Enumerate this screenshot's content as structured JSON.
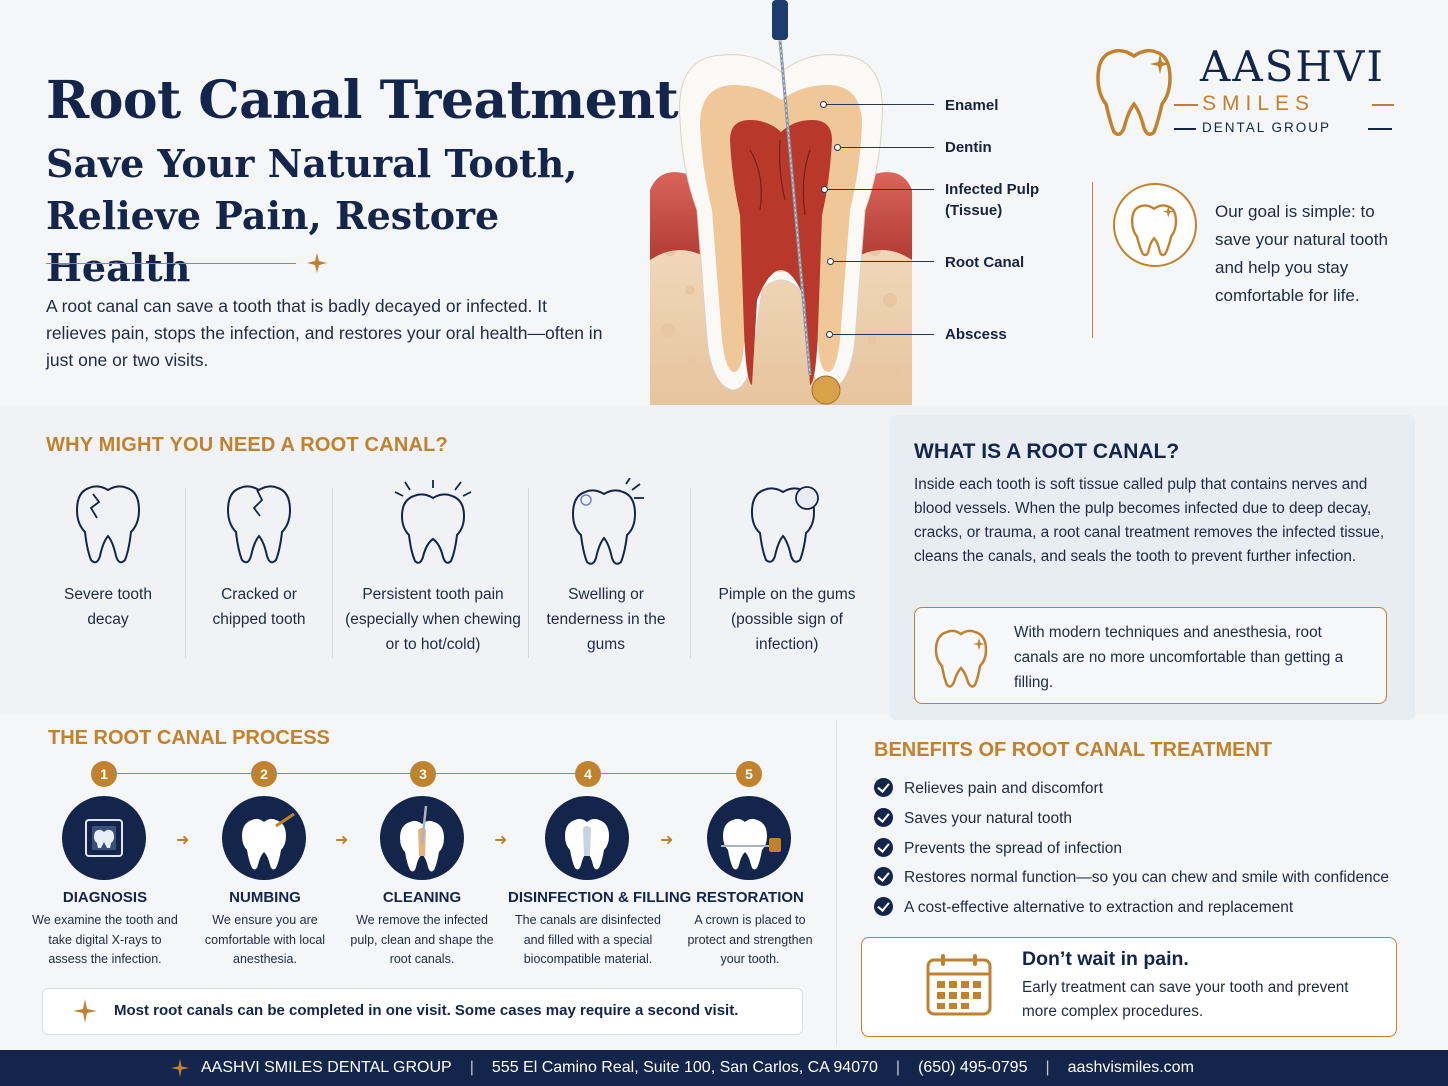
{
  "header": {
    "title": "Root Canal Treatment:",
    "subtitle": "Save Your Natural Tooth, Relieve Pain, Restore Health",
    "intro": "A root canal can save a tooth that is badly decayed or infected. It relieves pain, stops the infection, and restores your oral health—often in just one or two visits."
  },
  "diagram_labels": [
    "Enamel",
    "Dentin",
    "Infected Pulp (Tissue)",
    "Root Canal",
    "Abscess"
  ],
  "logo": {
    "name": "AASHVI",
    "smiles": "SMILES",
    "group": "DENTAL GROUP"
  },
  "goal": "Our goal is simple: to save your natural tooth and help you stay comfortable for life.",
  "why": {
    "title": "WHY MIGHT YOU NEED A ROOT CANAL?",
    "items": [
      {
        "label": "Severe tooth decay",
        "icon": "decayed-tooth-icon"
      },
      {
        "label": "Cracked or chipped tooth",
        "icon": "cracked-tooth-icon"
      },
      {
        "label": "Persistent tooth pain (especially when chewing or to hot/cold)",
        "icon": "painful-tooth-icon"
      },
      {
        "label": "Swelling or tenderness in the gums",
        "icon": "swollen-gum-tooth-icon"
      },
      {
        "label": "Pimple on the gums (possible sign of infection)",
        "icon": "gum-pimple-tooth-icon"
      }
    ]
  },
  "what": {
    "title": "WHAT IS A ROOT CANAL?",
    "body": "Inside each tooth is soft tissue called pulp that contains nerves and blood vessels. When the pulp becomes infected due to deep decay, cracks, or trauma, a root canal treatment removes the infected tissue, cleans the canals, and seals the tooth to prevent further infection.",
    "callout": "With modern techniques and anesthesia, root canals are no more uncomfortable than getting a filling."
  },
  "process": {
    "title": "THE ROOT CANAL PROCESS",
    "steps": [
      {
        "num": "1",
        "title": "DIAGNOSIS",
        "desc": "We examine the tooth and take digital X-rays to assess the infection.",
        "icon": "xray-icon"
      },
      {
        "num": "2",
        "title": "NUMBING",
        "desc": "We ensure you are comfortable with local anesthesia.",
        "icon": "anesthesia-tooth-icon"
      },
      {
        "num": "3",
        "title": "CLEANING",
        "desc": "We remove the infected pulp, clean and shape the root canals.",
        "icon": "cleaning-tooth-icon"
      },
      {
        "num": "4",
        "title": "DISINFECTION & FILLING",
        "desc": "The canals are disinfected and filled with a special biocompatible material.",
        "icon": "filled-tooth-icon"
      },
      {
        "num": "5",
        "title": "RESTORATION",
        "desc": "A crown is placed to protect and strengthen your tooth.",
        "icon": "crown-tooth-icon"
      }
    ],
    "note": "Most root canals can be completed in one visit. Some cases may require a second visit."
  },
  "benefits": {
    "title": "BENEFITS OF ROOT CANAL TREATMENT",
    "items": [
      "Relieves pain and discomfort",
      "Saves your natural tooth",
      "Prevents the spread of infection",
      "Restores normal function—so you can chew and smile with confidence",
      "A cost-effective alternative to extraction and replacement"
    ]
  },
  "cta": {
    "title": "Don’t wait in pain.",
    "text": "Early treatment can save your tooth and prevent more complex procedures."
  },
  "footer": {
    "name": "AASHVI SMILES DENTAL GROUP",
    "address": "555 El Camino Real, Suite 100, San Carlos, CA 94070",
    "phone": "(650) 495-0795",
    "website": "aashvismiles.com"
  },
  "colors": {
    "navy": "#13254a",
    "gold": "#c0822f",
    "background": "#f5f6f8"
  }
}
